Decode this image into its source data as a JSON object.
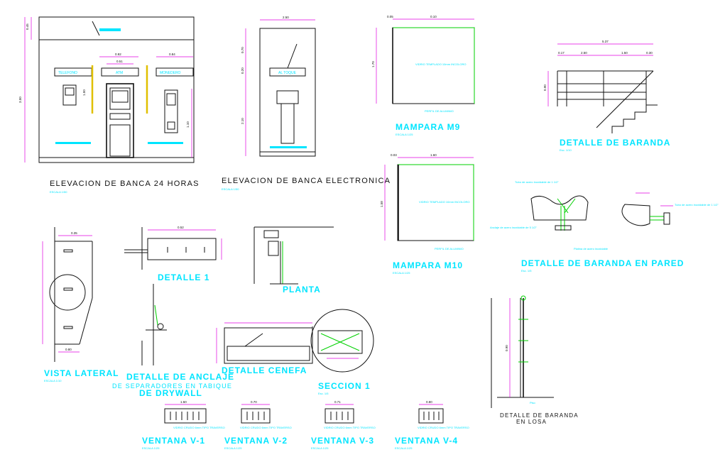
{
  "colors": {
    "line": "#111111",
    "title_cyan": "#00e5ff",
    "dimension_magenta": "#e000e0",
    "accent_green": "#00d000",
    "accent_yellow": "#e0c000"
  },
  "titles": {
    "elev_24h": "ELEVACION  DE  BANCA  24  HORAS",
    "elev_electronica": "ELEVACION  DE  BANCA  ELECTRONICA",
    "mampara_m9": "MAMPARA M9",
    "mampara_m10": "MAMPARA M10",
    "detalle_baranda": "DETALLE DE BARANDA",
    "detalle_baranda_pared": "DETALLE DE BARANDA EN PARED",
    "vista_lateral": "VISTA LATERAL",
    "detalle_1": "DETALLE 1",
    "planta": "PLANTA",
    "detalle_anclaje_1": "DETALLE DE ANCLAJE",
    "detalle_anclaje_2": "DE SEPARADORES EN TABIQUE",
    "detalle_anclaje_3": "DE DRYWALL",
    "detalle_cenefa": "DETALLE CENEFA",
    "seccion_1": "SECCION 1",
    "baranda_losa_1": "DETALLE DE BARANDA",
    "baranda_losa_2": "EN LOSA",
    "ventana_v1": "VENTANA V-1",
    "ventana_v2": "VENTANA V-2",
    "ventana_v3": "VENTANA V-3",
    "ventana_v4": "VENTANA V-4"
  },
  "signs": {
    "telefono": "TELEFONO",
    "atm": "ATM",
    "monedero": "MONEDERO",
    "al_toque": "AL TOQUE"
  },
  "dimensions": {
    "elev24_top_w": "0.92",
    "elev24_mid_w": "0.84",
    "elev24_atm_w": "0.51",
    "elev24_h_total": "3.50",
    "elev24_h_top": "0.45",
    "elev24_h_mid": "1.50",
    "elev24_h_low": "1.10",
    "elev_el_w": "2.50",
    "elev_el_h_top": "0.70",
    "elev_el_h_mid": "0.20",
    "elev_el_h_low": "2.10",
    "m9_w_left": "0.05",
    "m9_w": "0.10",
    "m9_h": "1.70",
    "m10_w_left": "0.03",
    "m10_w": "1.60",
    "m10_h": "1.58",
    "baranda_w_total": "5.37",
    "baranda_w_a": "0.17",
    "baranda_w_b": "2.50",
    "baranda_w_c": "1.50",
    "baranda_w_d": "0.30",
    "baranda_h": "0.90",
    "vista_w": "0.35",
    "vista_w_bottom": "0.80",
    "detalle1_w": "0.52",
    "v1_w": "1.50",
    "v2_w": "0.70",
    "v3_w": "0.71",
    "v4_w": "0.80",
    "losa_h": "0.90"
  },
  "scales": {
    "escala_50": "ESCALA 1/50",
    "escala_25": "ESCALA 1/25",
    "escala_10": "ESCALA 1/10",
    "esc_5": "Esc. 1/5",
    "esc_10": "Esc. 1/10"
  },
  "notes": {
    "mampara_vidrio": "VIDRIO TEMPLADO 10mm INCOLORO",
    "perfil_alu": "PERFIL DE ALUMINIO",
    "tubo_acero": "Tubo de acero inoxidable de 1 1/2\"",
    "anclaje_acero": "Anclaje de acero inoxidable de 5 1/2\"",
    "platina": "Platina de acero inoxidable",
    "piso": "Piso",
    "vidrio_ventana": "VIDRIO CRUDO 6mm TIPO TRAVERSO"
  }
}
